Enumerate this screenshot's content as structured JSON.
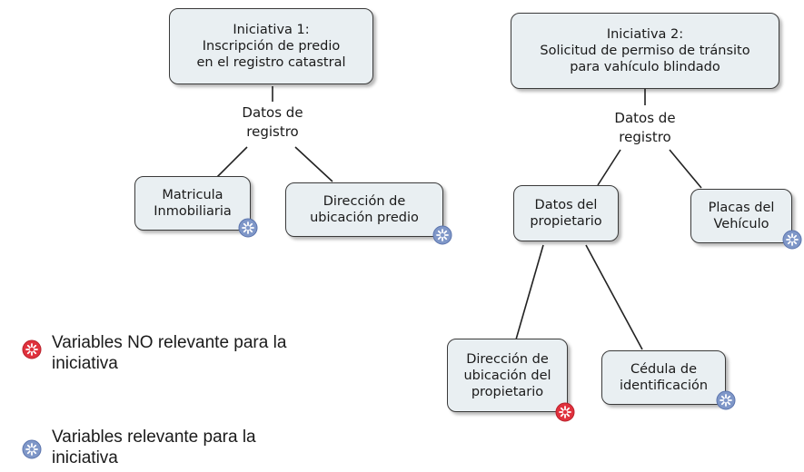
{
  "colors": {
    "node_fill": "#e9eff2",
    "relevant": "#7f97c8",
    "not_relevant": "#e0313d"
  },
  "nodes": {
    "ini1": "Iniciativa 1:\nInscripción de predio\nen el registro catastral",
    "ini2": "Iniciativa 2:\nSolicitud de permiso de tránsito\npara vahículo blindado",
    "matricula": "Matricula\nInmobiliaria",
    "direccion_predio": "Dirección de\nubicación predio",
    "datos_propietario": "Datos del\npropietario",
    "placas": "Placas del\nVehículo",
    "direccion_propietario": "Dirección de\nubicación del\npropietario",
    "cedula": "Cédula de\nidentificación"
  },
  "link_labels": {
    "datos_registro_1": "Datos de\nregistro",
    "datos_registro_2": "Datos de\nregistro"
  },
  "badges": {
    "matricula": "relevant-icon",
    "direccion_predio": "relevant-icon",
    "placas": "relevant-icon",
    "direccion_propietario": "not-relevant-icon",
    "cedula": "relevant-icon"
  },
  "legend": {
    "not_relevant": "Variables  NO relevante para la\niniciativa",
    "relevant": "Variables  relevante para la\niniciativa"
  }
}
